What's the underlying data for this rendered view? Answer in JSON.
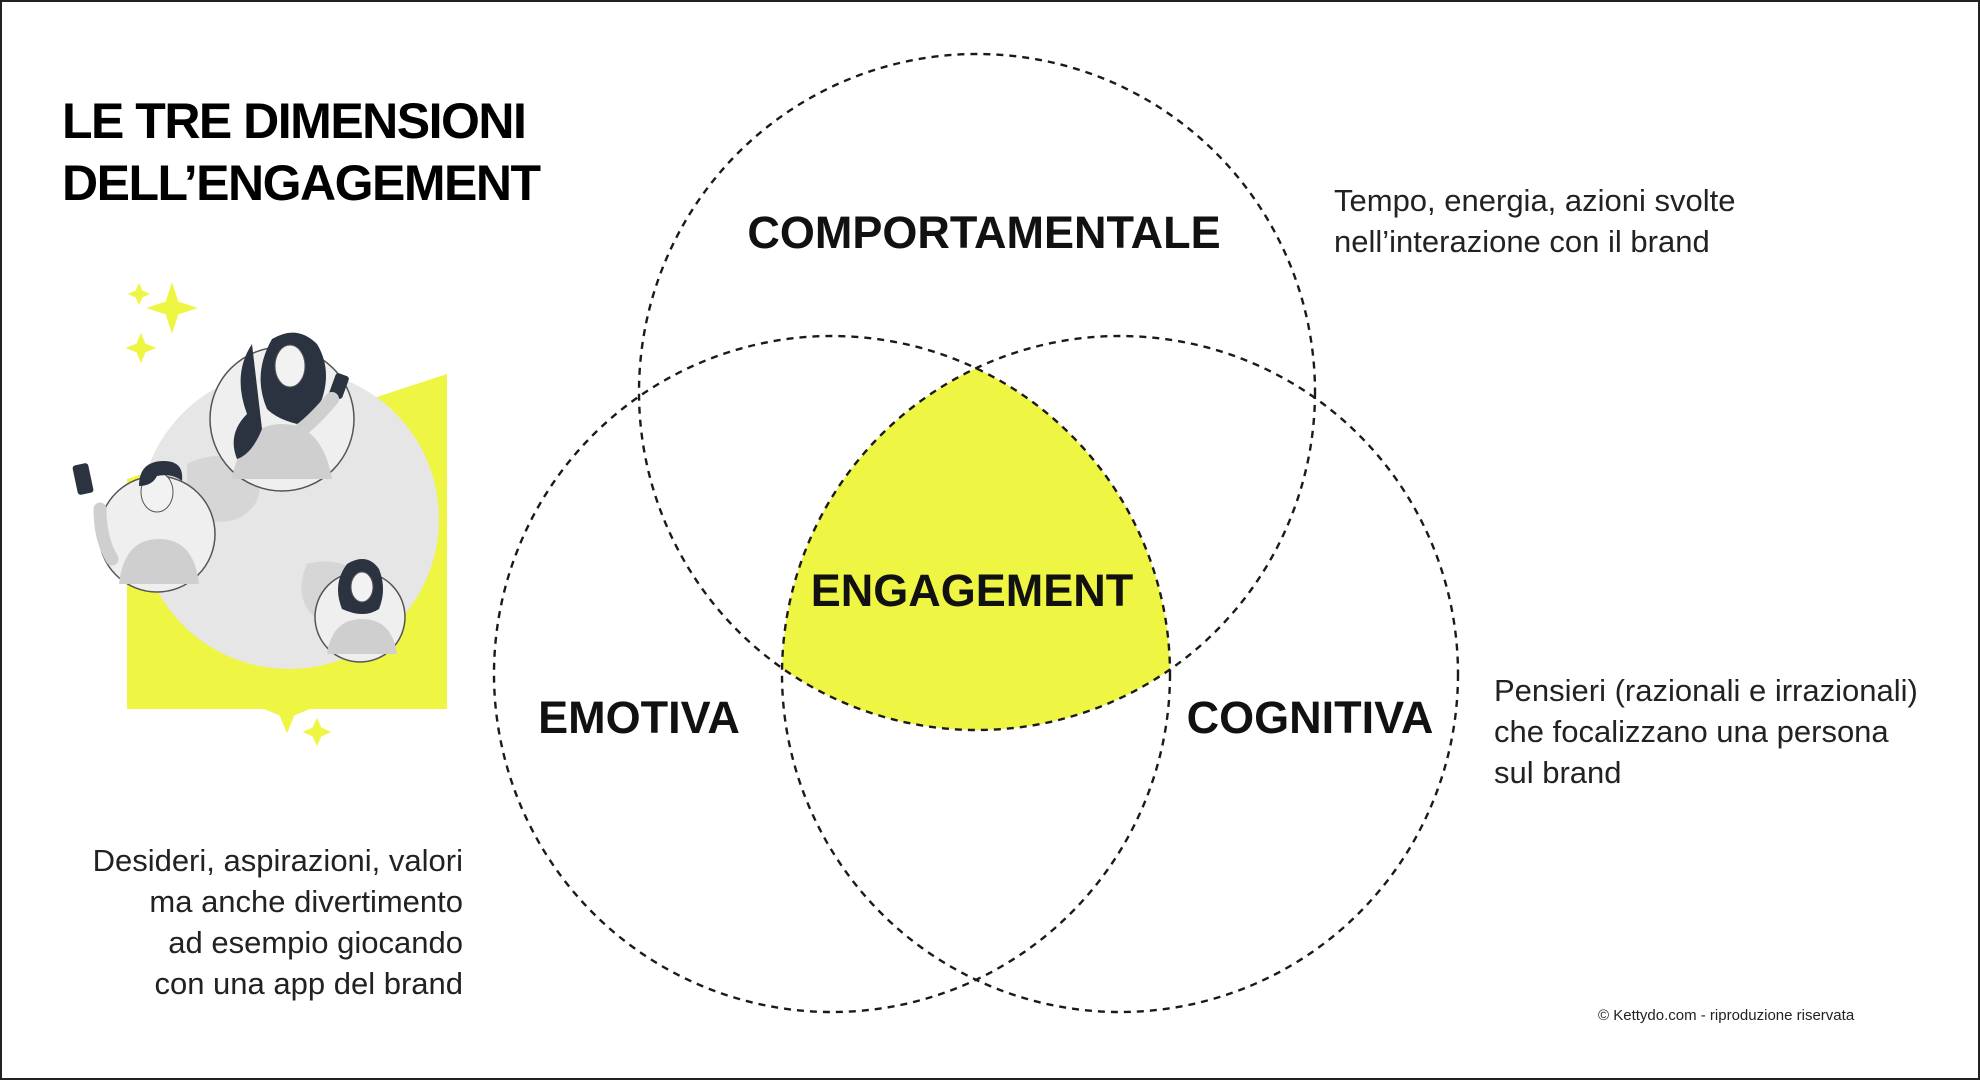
{
  "title": {
    "line1": "LE TRE DIMENSIONI",
    "line2": "DELL’ENGAGEMENT"
  },
  "circles": {
    "top": "COMPORTAMENTALE",
    "left": "EMOTIVA",
    "right": "COGNITIVA",
    "center": "ENGAGEMENT"
  },
  "descriptions": {
    "comportamentale": [
      "Tempo, energia, azioni svolte",
      "nell’interazione con il brand"
    ],
    "cognitiva": [
      "Pensieri (razionali e irrazionali)",
      "che focalizzano una persona",
      "sul brand"
    ],
    "emotiva": [
      "Desideri, aspirazioni, valori",
      "ma anche divertimento",
      "ad esempio giocando",
      "con una app del brand"
    ]
  },
  "copyright": "© Kettydo.com - riproduzione riservata",
  "colors": {
    "accent": "#EEF542",
    "outline": "#1a1a1a",
    "illustration_gray": "#E6E6E6",
    "hair": "#2B3340"
  },
  "icons": [
    "sparkle-icon",
    "smartphone-icon"
  ]
}
